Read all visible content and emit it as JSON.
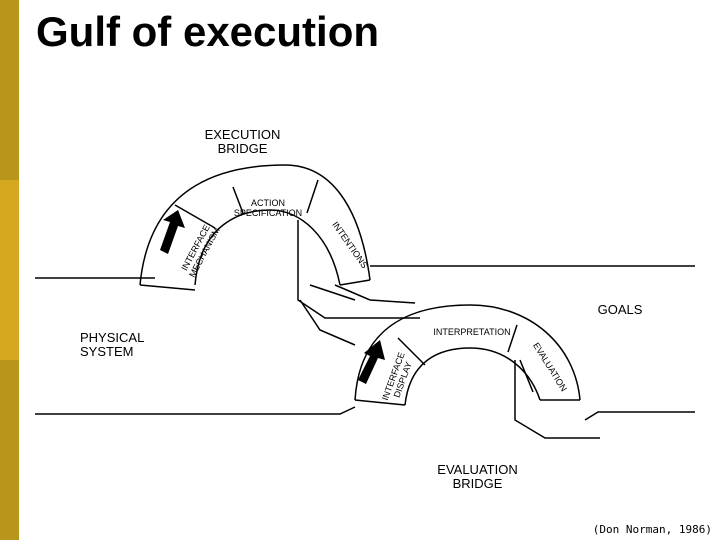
{
  "title": "Gulf of execution",
  "labels": {
    "execution_bridge": [
      "EXECUTION",
      "BRIDGE"
    ],
    "action_specification": [
      "ACTION",
      "SPECIFICATION"
    ],
    "intentions": "INTENTIONS",
    "interface_mechanism": [
      "INTERFACE",
      "MECHANISM"
    ],
    "goals": "GOALS",
    "physical_system": [
      "PHYSICAL",
      "SYSTEM"
    ],
    "interpretation": "INTERPRETATION",
    "evaluation": "EVALUATION",
    "interface_display": [
      "INTERFACE",
      "DISPLAY"
    ],
    "evaluation_bridge": [
      "EVALUATION",
      "BRIDGE"
    ]
  },
  "credit": "(Don Norman, 1986)",
  "colors": {
    "sidebar": "#b8951b",
    "sidebar_accent": "#d6a821"
  }
}
